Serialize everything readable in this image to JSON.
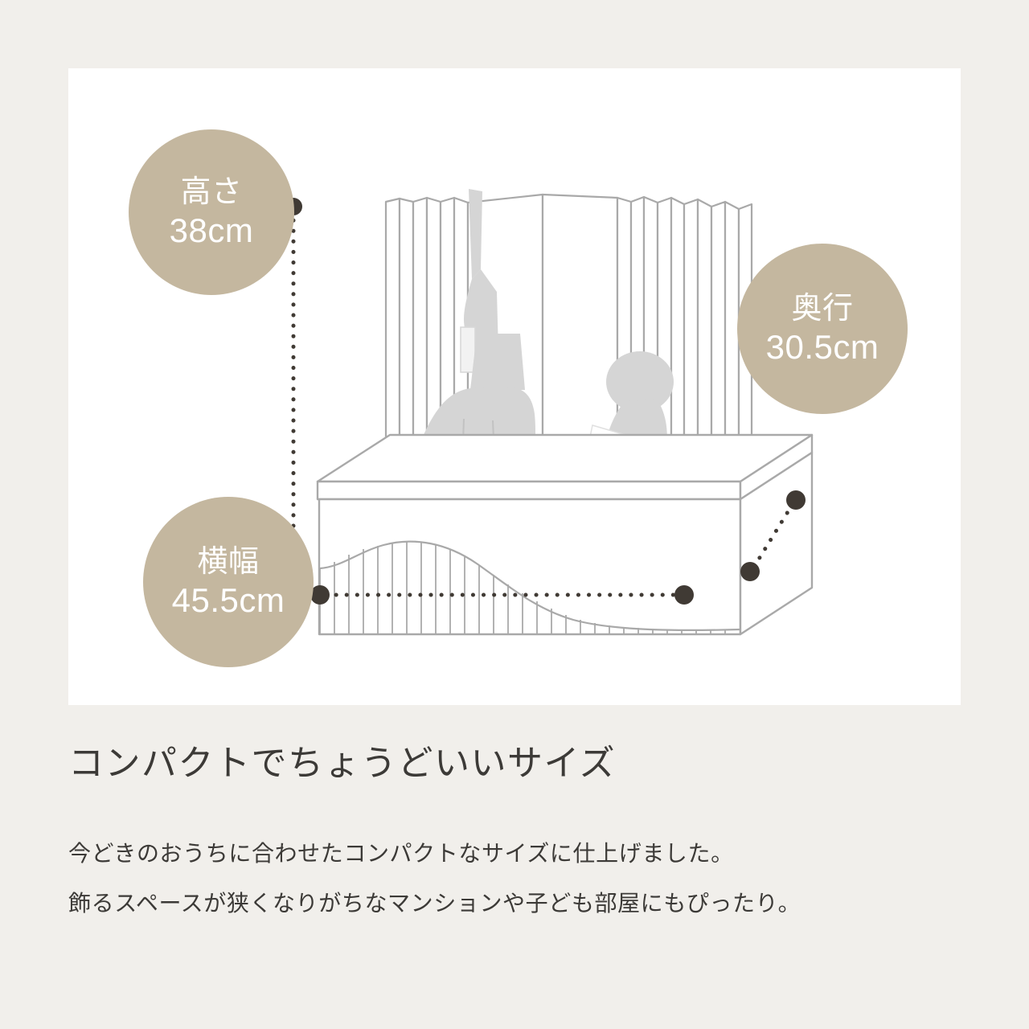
{
  "colors": {
    "page_background": "#f1efeb",
    "card_background": "#ffffff",
    "badge_fill": "#c4b79f",
    "badge_text": "#ffffff",
    "dimension_dot": "#403a34",
    "illustration_line": "#a9a9a9",
    "doll_fill": "#d5d5d5",
    "body_text": "#3c3a37"
  },
  "illustration": {
    "name": "hina-doll-display-stand-line-drawing",
    "parts": {
      "folding_screen": "byobu-folding-screen",
      "left_doll": "odairi-sama-male-doll",
      "right_doll": "ohina-sama-female-doll",
      "stand": "storage-box-stand-with-wave-pattern",
      "trays": "doll-platform-trays"
    }
  },
  "dimensions": {
    "height": {
      "label": "高さ",
      "value": "38cm",
      "guide": "vertical-dotted-line"
    },
    "depth": {
      "label": "奥行",
      "value": "30.5cm",
      "guide": "diagonal-dotted-line"
    },
    "width": {
      "label": "横幅",
      "value": "45.5cm",
      "guide": "horizontal-dotted-line"
    }
  },
  "text": {
    "heading": "コンパクトでちょうどいいサイズ",
    "paragraph_lines": [
      "今どきのおうちに合わせたコンパクトなサイズに仕上げました。",
      "飾るスペースが狭くなりがちなマンションや子ども部屋にもぴったり。"
    ]
  }
}
